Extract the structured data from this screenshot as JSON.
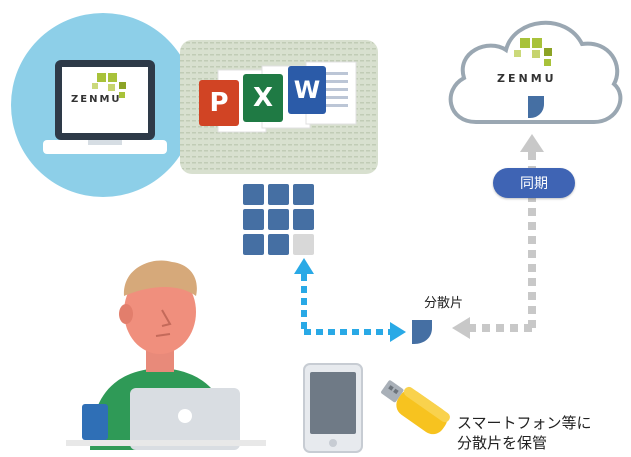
{
  "brand": {
    "logo_text": "ZENMU"
  },
  "office_apps": {
    "powerpoint": "P",
    "excel": "X",
    "word": "W"
  },
  "labels": {
    "sync": "同期",
    "fragment": "分散片",
    "store_line1": "スマートフォン等に",
    "store_line2": "分散片を保管"
  },
  "colors": {
    "accent_blue": "#3f64b4",
    "arrow_blue": "#29a9e6",
    "grid_blue": "#456fa3",
    "logo_green": "#a8c23a",
    "cloud_outline": "#9aa7b2",
    "usb_yellow": "#f7c31f"
  }
}
